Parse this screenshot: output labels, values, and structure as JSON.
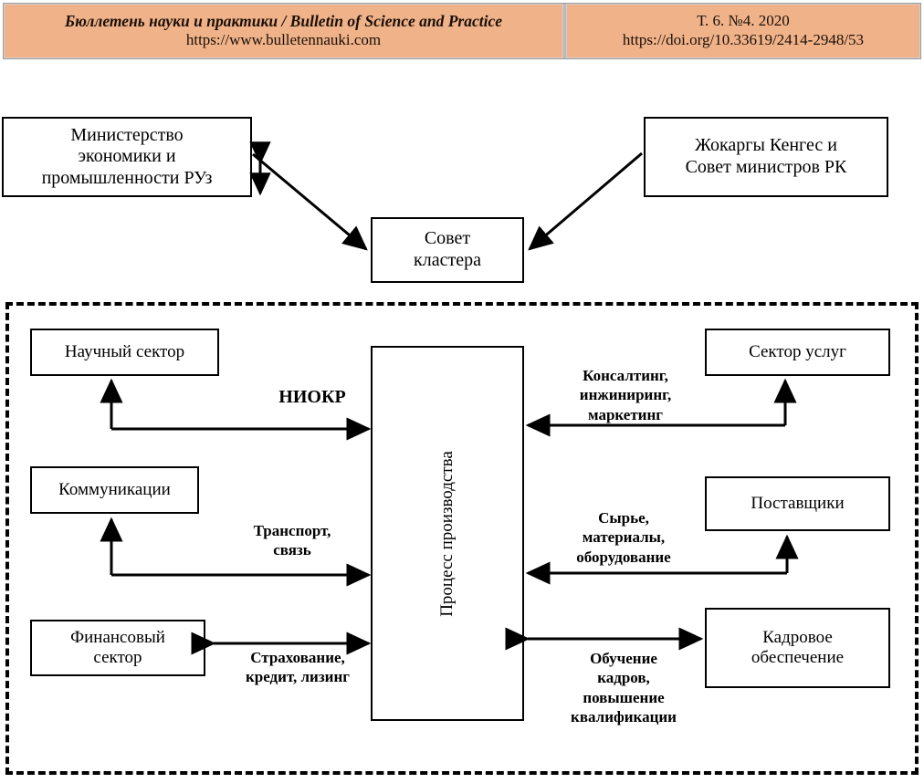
{
  "header": {
    "left": {
      "title": "Бюллетень науки и практики / Bulletin of Science and Practice",
      "url": "https://www.bulletennauki.com"
    },
    "right": {
      "volume": "Т. 6. №4. 2020",
      "doi": "https://doi.org/10.33619/2414-2948/53"
    },
    "band_color": "#f0b289",
    "band_border_color": "#9a9a9a"
  },
  "diagram": {
    "governance": {
      "ministry": "Министерство\nэкономики и\nпромышленности РУз",
      "jokargy": "Жокаргы Кенгес и\nСовет министров РК",
      "cluster_council": "Совет\nкластера"
    },
    "cluster": {
      "center": "Процесс производства",
      "left_boxes": [
        {
          "name": "science-sector",
          "label": "Научный сектор"
        },
        {
          "name": "communications",
          "label": "Коммуникации"
        },
        {
          "name": "financial-sector",
          "label": "Финансовый\nсектор"
        }
      ],
      "right_boxes": [
        {
          "name": "services-sector",
          "label": "Сектор услуг"
        },
        {
          "name": "suppliers",
          "label": "Поставщики"
        },
        {
          "name": "hr-provision",
          "label": "Кадровое\nобеспечение"
        }
      ],
      "flow_labels": [
        {
          "name": "rnd-flow-label",
          "label": "НИОКР"
        },
        {
          "name": "transport-flow-label",
          "label": "Транспорт,\nсвязь"
        },
        {
          "name": "insurance-flow-label",
          "label": "Страхование,\nкредит, лизинг"
        },
        {
          "name": "consulting-flow-label",
          "label": "Консалтинг,\nинжиниринг,\nмаркетинг"
        },
        {
          "name": "materials-flow-label",
          "label": "Сырье,\nматериалы,\nоборудование"
        },
        {
          "name": "training-flow-label",
          "label": "Обучение\nкадров,\nповышение\nквалификации"
        }
      ]
    },
    "line_color": "#000000"
  }
}
